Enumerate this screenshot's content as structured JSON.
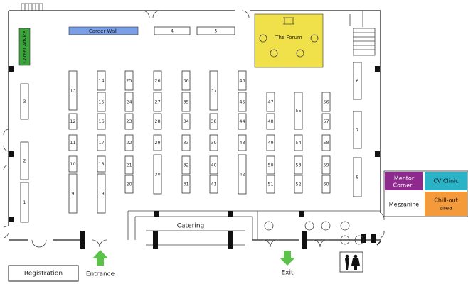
{
  "areas": {
    "career_wall": "Career Wall",
    "career_advice": "Career Advice",
    "forum": "The Forum",
    "catering": "Catering",
    "registration": "Registration",
    "entrance": "Entrance",
    "exit": "Exit"
  },
  "legend": {
    "mentor_corner": "Mentor Corner",
    "cv_clinic": "CV Clinic",
    "mezzanine": "Mezzanine",
    "chill_out": "Chill-out area"
  },
  "colors": {
    "career_wall": "#7b9ee8",
    "career_advice": "#3aa53a",
    "forum": "#f0e04a",
    "mentor_corner": "#8e2a8e",
    "cv_clinic": "#2ab3c7",
    "chill_out": "#f49a3a",
    "arrow": "#5cc24a"
  },
  "booths": [
    "1",
    "2",
    "3",
    "4",
    "5",
    "6",
    "7",
    "8",
    "9",
    "10",
    "11",
    "12",
    "13",
    "14",
    "15",
    "16",
    "17",
    "18",
    "19",
    "20",
    "21",
    "22",
    "23",
    "24",
    "25",
    "26",
    "27",
    "28",
    "29",
    "30",
    "31",
    "32",
    "33",
    "34",
    "35",
    "36",
    "37",
    "38",
    "39",
    "40",
    "41",
    "42",
    "43",
    "44",
    "45",
    "46",
    "47",
    "48",
    "49",
    "50",
    "51",
    "52",
    "53",
    "54",
    "55",
    "56",
    "57",
    "58",
    "59",
    "60"
  ]
}
